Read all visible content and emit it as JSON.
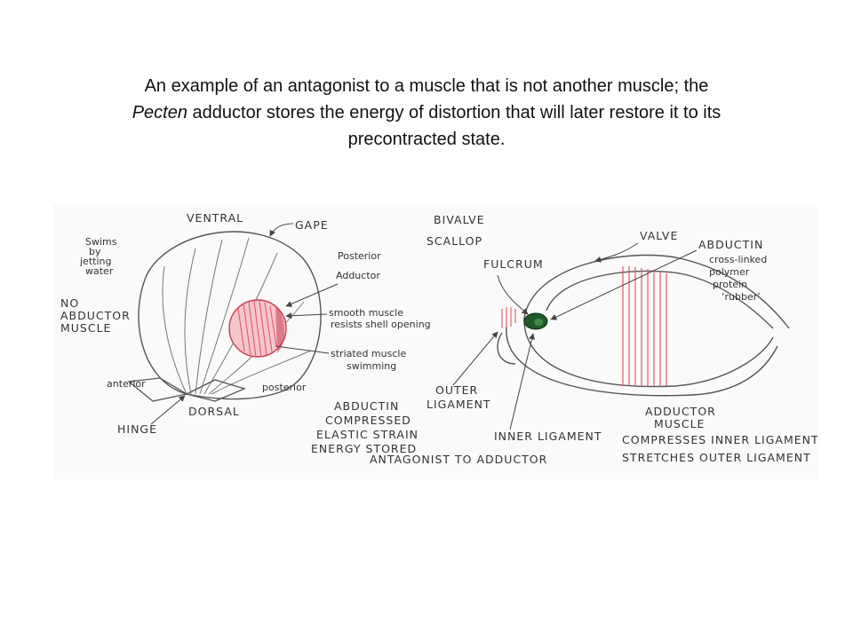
{
  "caption": {
    "line1": "An example of an antagonist to a muscle that is not another muscle; the",
    "italic": "Pecten",
    "line2_rest": " adductor stores the energy of distortion that will later restore it to its",
    "line3": "precontracted state."
  },
  "shell": {
    "ventral": "VENTRAL",
    "gape": "GAPE",
    "swims_1": "Swims",
    "swims_2": "by",
    "swims_3": "jetting",
    "swims_4": "water",
    "no_adductor_1": "NO",
    "no_adductor_2": "ABDUCTOR",
    "no_adductor_3": "MUSCLE",
    "posterior_adductor_1": "Posterior",
    "posterior_adductor_2": "Adductor",
    "smooth_1": "smooth muscle",
    "smooth_2": "resists shell opening",
    "striated_1": "striated muscle",
    "striated_2": "swimming",
    "anterior": "anterior",
    "posterior": "posterior",
    "dorsal": "DORSAL",
    "hinge": "HINGE",
    "abductin_1": "ABDUCTIN",
    "abductin_2": "COMPRESSED",
    "abductin_3": "ELASTIC STRAIN",
    "abductin_4": "ENERGY STORED",
    "antagonist": "ANTAGONIST TO ADDUCTOR"
  },
  "bivalve": {
    "title_1": "BIVALVE",
    "title_2": "SCALLOP",
    "fulcrum": "FULCRUM",
    "valve": "VALVE",
    "abductin": "ABDUCTIN",
    "crosslinked_1": "cross-linked",
    "crosslinked_2": "polymer",
    "crosslinked_3": "protein",
    "crosslinked_4": "‘rubber’",
    "outer_lig_1": "OUTER",
    "outer_lig_2": "LIGAMENT",
    "inner_lig": "INNER LIGAMENT",
    "adductor_1": "ADDUCTOR",
    "adductor_2": "MUSCLE",
    "compresses": "COMPRESSES INNER LIGAMENT",
    "stretches": "STRETCHES OUTER LIGAMENT"
  },
  "colors": {
    "muscle_red": "#e05a6a",
    "ligament_green": "#1f5a2a",
    "pencil": "#555555"
  }
}
